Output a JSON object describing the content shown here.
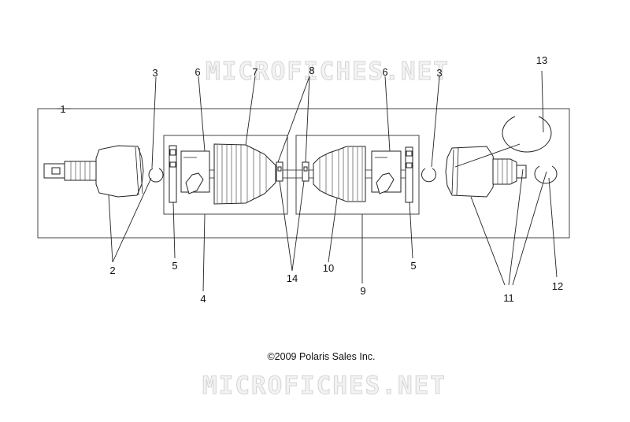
{
  "watermark": "MICROFICHES.NET",
  "copyright": "©2009 Polaris Sales Inc.",
  "callouts": {
    "c1": "1",
    "c2": "2",
    "c3a": "3",
    "c3b": "3",
    "c4": "4",
    "c5a": "5",
    "c5b": "5",
    "c6a": "6",
    "c6b": "6",
    "c7": "7",
    "c8": "8",
    "c9": "9",
    "c10": "10",
    "c11": "11",
    "c12": "12",
    "c13": "13",
    "c14": "14"
  }
}
